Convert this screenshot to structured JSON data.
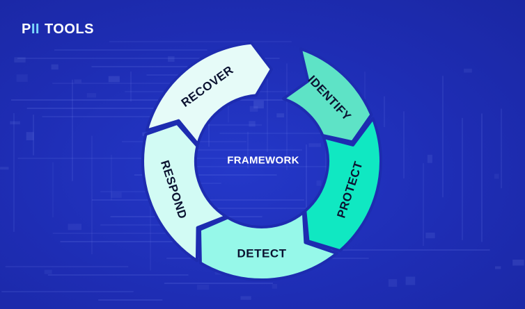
{
  "brand": {
    "logo_p": "P",
    "logo_ii": "II",
    "logo_tools": "TOOLS",
    "accent_color": "#7dd8ff"
  },
  "colors": {
    "background": "#1f2fb8",
    "identify": "#5ee3c6",
    "protect": "#10e8c2",
    "detect": "#96f8e9",
    "respond": "#d2fbf4",
    "recover": "#e6fbf8"
  },
  "diagram": {
    "center_label": "FRAMEWORK",
    "segments": [
      {
        "id": "identify",
        "label": "IDENTIFY"
      },
      {
        "id": "protect",
        "label": "PROTECT"
      },
      {
        "id": "detect",
        "label": "DETECT"
      },
      {
        "id": "respond",
        "label": "RESPOND"
      },
      {
        "id": "recover",
        "label": "RECOVER"
      }
    ]
  }
}
